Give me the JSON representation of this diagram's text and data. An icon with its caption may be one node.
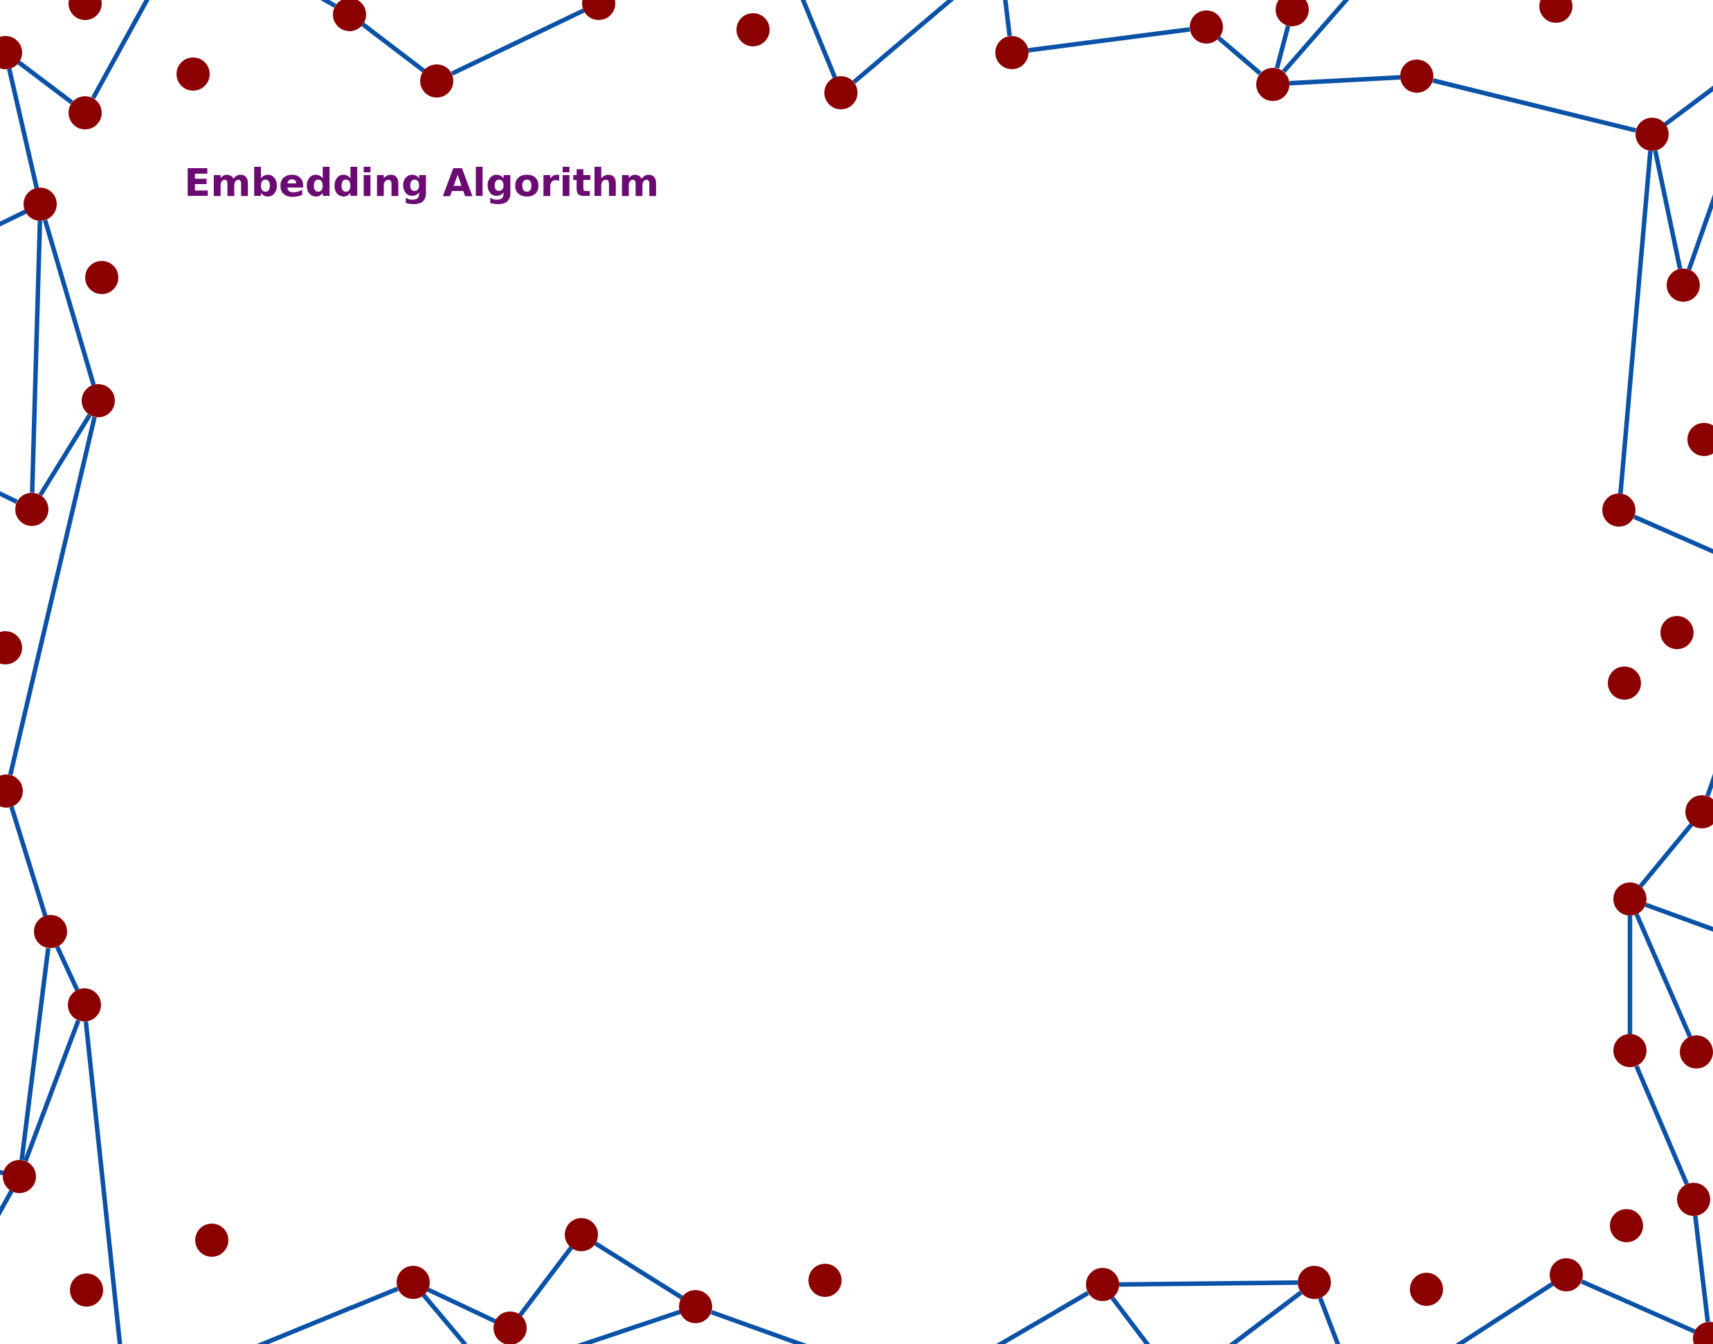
{
  "diagram": {
    "title": "Embedding Algorithm",
    "nodes": [
      {
        "text": [],
        "shape": "circle"
      },
      {
        "text": [],
        "shape": "circle"
      },
      {
        "text": [],
        "shape": "circle"
      },
      {
        "text": [],
        "shape": "circle"
      },
      {
        "text": [],
        "shape": "circle"
      },
      {
        "text": [],
        "shape": "circle"
      },
      {
        "text": [],
        "shape": "circle"
      },
      {
        "text": [],
        "shape": "circle"
      },
      {
        "text": [],
        "shape": "circle"
      },
      {
        "text": [],
        "shape": "circle"
      },
      {
        "text": [],
        "shape": "circle"
      },
      {
        "text": [],
        "shape": "circle"
      },
      {
        "text": [],
        "shape": "circle"
      },
      {
        "text": [],
        "shape": "circle"
      },
      {
        "text": [],
        "shape": "circle"
      },
      {
        "text": [],
        "shape": "circle"
      },
      {
        "text": [],
        "shape": "circle"
      },
      {
        "text": [],
        "shape": "circle"
      },
      {
        "text": [],
        "shape": "circle"
      },
      {
        "text": [],
        "shape": "circle"
      },
      {
        "text": [],
        "shape": "circle"
      },
      {
        "text": [],
        "shape": "circle"
      },
      {
        "text": [],
        "shape": "circle"
      },
      {
        "text": [],
        "shape": "circle"
      },
      {
        "text": [],
        "shape": "circle"
      },
      {
        "text": [],
        "shape": "circle"
      },
      {
        "text": [],
        "shape": "circle"
      },
      {
        "text": [],
        "shape": "circle"
      },
      {
        "text": [],
        "shape": "circle"
      },
      {
        "text": [],
        "shape": "circle"
      },
      {
        "text": [],
        "shape": "circle"
      },
      {
        "text": [],
        "shape": "circle"
      },
      {
        "text": [],
        "shape": "circle"
      },
      {
        "text": [],
        "shape": "circle"
      },
      {
        "text": [],
        "shape": "circle"
      },
      {
        "text": [],
        "shape": "circle"
      },
      {
        "text": [],
        "shape": "circle"
      },
      {
        "text": [],
        "shape": "circle"
      },
      {
        "text": [],
        "shape": "circle"
      },
      {
        "text": [],
        "shape": "circle"
      },
      {
        "text": [],
        "shape": "circle"
      },
      {
        "text": [],
        "shape": "circle"
      },
      {
        "text": [],
        "shape": "circle"
      },
      {
        "text": [],
        "shape": "circle"
      },
      {
        "text": [],
        "shape": "circle"
      },
      {
        "text": [],
        "shape": "circle"
      },
      {
        "text": [],
        "shape": "circle"
      },
      {
        "text": [],
        "shape": "circle"
      }
    ],
    "edges": [
      {
        "from": 2,
        "to": null,
        "arrow": "none"
      },
      {
        "from": 1,
        "to": 2,
        "arrow": "none"
      },
      {
        "from": 1,
        "to": 47,
        "arrow": "none"
      },
      {
        "from": 47,
        "to": null,
        "arrow": "none"
      },
      {
        "from": 47,
        "to": 44,
        "arrow": "none"
      },
      {
        "from": 47,
        "to": 45,
        "arrow": "none"
      },
      {
        "from": 45,
        "to": 44,
        "arrow": "none"
      },
      {
        "from": 44,
        "to": null,
        "arrow": "none"
      },
      {
        "from": 45,
        "to": 42,
        "arrow": "none"
      },
      {
        "from": 42,
        "to": 41,
        "arrow": "none"
      },
      {
        "from": 41,
        "to": 40,
        "arrow": "none"
      },
      {
        "from": 41,
        "to": 39,
        "arrow": "none"
      },
      {
        "from": 40,
        "to": 39,
        "arrow": "none"
      },
      {
        "from": 39,
        "to": null,
        "arrow": "none"
      },
      {
        "from": 39,
        "to": null,
        "arrow": "none"
      },
      {
        "from": 40,
        "to": null,
        "arrow": "none"
      },
      {
        "from": 4,
        "to": null,
        "arrow": "none"
      },
      {
        "from": 4,
        "to": 5,
        "arrow": "none"
      },
      {
        "from": 5,
        "to": 6,
        "arrow": "none"
      },
      {
        "from": 8,
        "to": null,
        "arrow": "none"
      },
      {
        "from": 8,
        "to": null,
        "arrow": "none"
      },
      {
        "from": 9,
        "to": null,
        "arrow": "none"
      },
      {
        "from": 9,
        "to": 10,
        "arrow": "none"
      },
      {
        "from": 10,
        "to": 12,
        "arrow": "none"
      },
      {
        "from": 12,
        "to": 11,
        "arrow": "none"
      },
      {
        "from": 12,
        "to": null,
        "arrow": "none"
      },
      {
        "from": 12,
        "to": 13,
        "arrow": "none"
      },
      {
        "from": 13,
        "to": 15,
        "arrow": "none"
      },
      {
        "from": 15,
        "to": null,
        "arrow": "none"
      },
      {
        "from": 15,
        "to": 16,
        "arrow": "none"
      },
      {
        "from": 16,
        "to": null,
        "arrow": "none"
      },
      {
        "from": 15,
        "to": 18,
        "arrow": "none"
      },
      {
        "from": 18,
        "to": null,
        "arrow": "none"
      },
      {
        "from": 21,
        "to": null,
        "arrow": "none"
      },
      {
        "from": 21,
        "to": 22,
        "arrow": "none"
      },
      {
        "from": 22,
        "to": null,
        "arrow": "none"
      },
      {
        "from": 22,
        "to": 24,
        "arrow": "none"
      },
      {
        "from": 22,
        "to": 23,
        "arrow": "none"
      },
      {
        "from": 24,
        "to": 25,
        "arrow": "none"
      },
      {
        "from": 25,
        "to": 28,
        "arrow": "none"
      },
      {
        "from": 27,
        "to": 28,
        "arrow": "none"
      },
      {
        "from": 27,
        "to": null,
        "arrow": "none"
      },
      {
        "from": 30,
        "to": null,
        "arrow": "none"
      },
      {
        "from": 30,
        "to": 31,
        "arrow": "none"
      },
      {
        "from": 30,
        "to": null,
        "arrow": "none"
      },
      {
        "from": 31,
        "to": null,
        "arrow": "none"
      },
      {
        "from": 31,
        "to": null,
        "arrow": "none"
      },
      {
        "from": 33,
        "to": null,
        "arrow": "none"
      },
      {
        "from": 33,
        "to": null,
        "arrow": "none"
      },
      {
        "from": 34,
        "to": 33,
        "arrow": "none"
      },
      {
        "from": 34,
        "to": 35,
        "arrow": "none"
      },
      {
        "from": 36,
        "to": 35,
        "arrow": "none"
      },
      {
        "from": 36,
        "to": null,
        "arrow": "none"
      },
      {
        "from": 36,
        "to": null,
        "arrow": "none"
      }
    ]
  }
}
